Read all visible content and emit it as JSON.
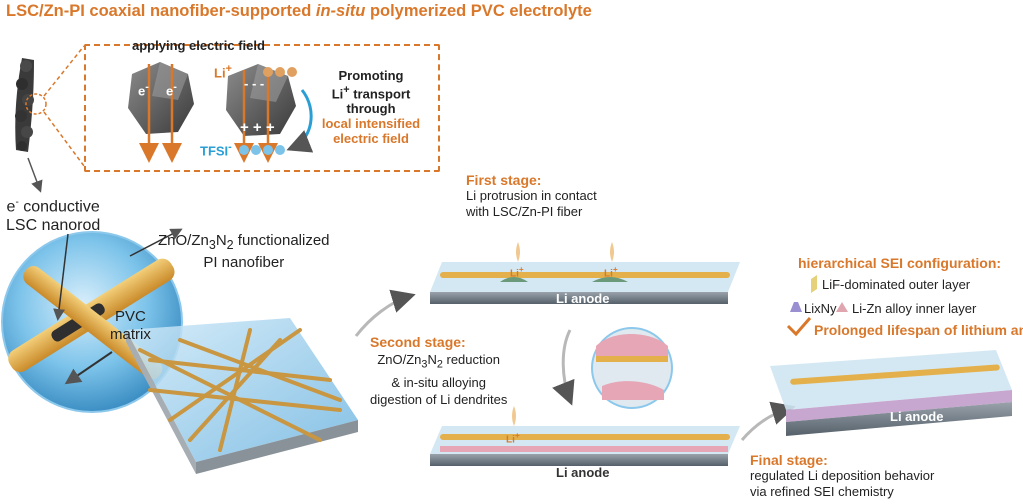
{
  "title_pre": "LSC/Zn-PI coaxial nanofiber-supported ",
  "title_italic": "in-situ",
  "title_post": " polymerized PVC electrolyte",
  "inset": {
    "field_label": "applying electric field",
    "electron": "e",
    "electron_sup": "-",
    "li_ion": "Li",
    "li_sup": "+",
    "tfsi": "TFSI",
    "tfsi_sup": "-",
    "minus_signs": "- - -",
    "plus_signs": "+ + +",
    "promo_line1": "Promoting",
    "promo_line2": "Li",
    "promo_line2_sup": "+",
    "promo_line2_post": " transport",
    "promo_line3": "through",
    "promo_line4": "local intensified",
    "promo_line5": "electric field"
  },
  "left": {
    "e_label": "e",
    "e_sup": "-",
    "conductive": " conductive",
    "nanorod": "LSC nanorod",
    "fiber_pre": "ZnO/Zn",
    "fiber_sub1": "3",
    "fiber_mid": "N",
    "fiber_sub2": "2",
    "fiber_post": " functionalized",
    "fiber_line2": "PI nanofiber",
    "pvc": "PVC",
    "matrix": "matrix"
  },
  "middle": {
    "first_stage_title": "First stage:",
    "first_line1": "Li protrusion in contact",
    "first_line2": "with LSC/Zn-PI fiber",
    "li_plus": "Li",
    "li_plus_sup": "+",
    "anode": "Li anode",
    "second_stage_title": "Second stage:",
    "second_line1_pre": "ZnO/Zn",
    "second_line1_sub1": "3",
    "second_line1_mid": "N",
    "second_line1_sub2": "2",
    "second_line1_post": " reduction",
    "second_line2": "& in-situ alloying",
    "second_line3": "digestion of Li dendrites"
  },
  "right": {
    "sei_title": "hierarchical SEI configuration:",
    "outer_layer": "LiF-dominated outer layer",
    "lixny": "LixNy",
    "inner_layer": "Li-Zn alloy inner layer",
    "prolonged": "Prolonged lifespan of lithium anode",
    "anode": "Li anode",
    "final_title": "Final stage:",
    "final_line1": "regulated Li deposition behavior",
    "final_line2": "via refined SEI chemistry"
  },
  "colors": {
    "accent_orange": "#d9782b",
    "blue": "#2a9fd6",
    "fiber": "#e3b04b",
    "matrix_blue": "#7cc3ea"
  }
}
